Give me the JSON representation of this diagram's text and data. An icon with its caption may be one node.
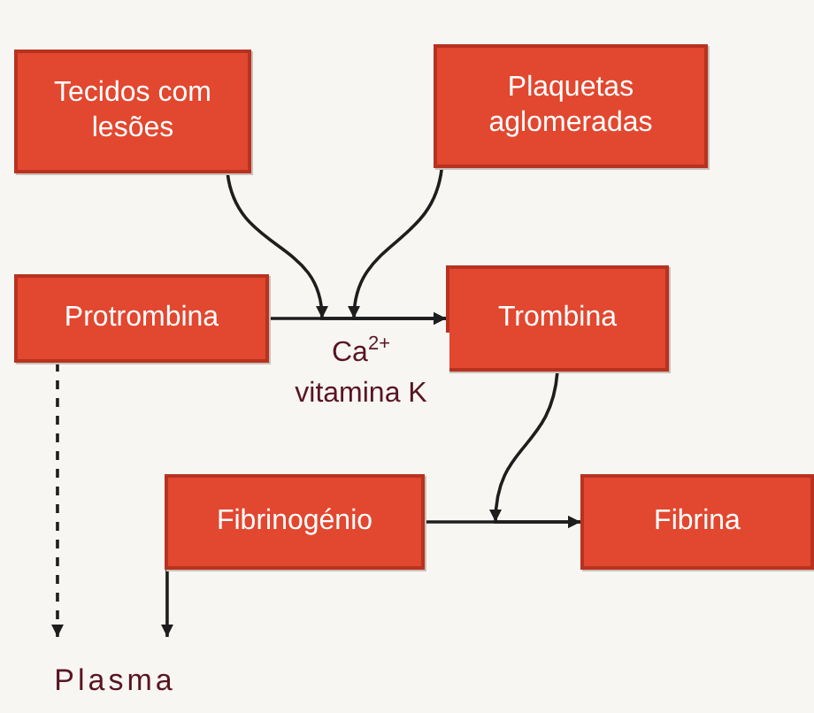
{
  "diagram": {
    "nodes": [
      {
        "text": [
          "Tecidos com lesões"
        ]
      },
      {
        "text": [
          "Plaquetas aglomeradas"
        ]
      },
      {
        "text": [
          "Protrombina"
        ]
      },
      {
        "text": [
          "Trombina"
        ]
      },
      {
        "text": [
          "Fibrinogénio"
        ]
      },
      {
        "text": [
          "Fibrina"
        ]
      },
      {
        "text": [
          "Plasma"
        ]
      }
    ],
    "edges": [
      {
        "from": 2,
        "to": 3,
        "arrow": "to",
        "label": "Ca$^{2+}$ vitamina K"
      },
      {
        "from": 0,
        "to": 3,
        "arrow": "to"
      },
      {
        "from": 1,
        "to": 3,
        "arrow": "to"
      },
      {
        "from": 3,
        "to": 5,
        "arrow": "to"
      },
      {
        "from": 4,
        "to": 5,
        "arrow": "to"
      },
      {
        "from": 2,
        "to": 6,
        "arrow": "to",
        "style": "dashed"
      },
      {
        "from": 4,
        "to": 6,
        "arrow": "to"
      }
    ]
  }
}
